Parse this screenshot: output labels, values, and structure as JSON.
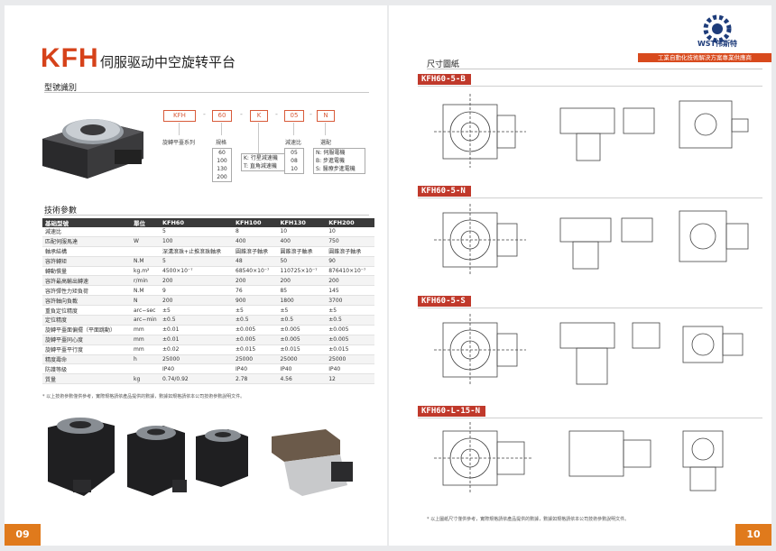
{
  "left_page": {
    "brand": "KFH",
    "subtitle": "伺服驱动中空旋转平台",
    "section_model": "型號識別",
    "model_code": {
      "parts": [
        "KFH",
        "60",
        "K",
        "05",
        "N"
      ],
      "labels": [
        "旋轉平臺系列",
        "規格",
        "減速比",
        "選配"
      ],
      "size_options": [
        "60",
        "100",
        "130",
        "200"
      ],
      "type_options": [
        "K: 行星減速機",
        "T: 直角減速機"
      ],
      "ratio_options": [
        "05",
        "08",
        "10"
      ],
      "motor_options": [
        "N: 伺服電機",
        "B: 步進電機",
        "S: 醫療步進電機"
      ]
    },
    "section_spec": "技術參數",
    "spec_table": {
      "headers": [
        "基础型號",
        "單位",
        "KFH60",
        "KFH100",
        "KFH130",
        "KFH200"
      ],
      "rows": [
        [
          "減速比",
          "",
          "5",
          "8",
          "10",
          "10"
        ],
        [
          "匹配伺服馬達",
          "W",
          "100",
          "400",
          "400",
          "750"
        ],
        [
          "軸承結構",
          "",
          "深溝滾珠+止推滾珠軸承",
          "圓錐滾子軸承",
          "圓錐滾子軸承",
          "圓錐滾子軸承"
        ],
        [
          "容許轉矩",
          "N.M",
          "5",
          "48",
          "50",
          "90"
        ],
        [
          "轉動慣量",
          "kg.m²",
          "4500×10⁻⁷",
          "68540×10⁻⁷",
          "110725×10⁻⁷",
          "876410×10⁻⁷"
        ],
        [
          "容許最高輸出轉速",
          "r/min",
          "200",
          "200",
          "200",
          "200"
        ],
        [
          "容許彈性力矩負荷",
          "N.M",
          "9",
          "76",
          "85",
          "145"
        ],
        [
          "容許軸向負載",
          "N",
          "200",
          "900",
          "1800",
          "3700"
        ],
        [
          "重負定位精度",
          "arc−sec",
          "±5",
          "±5",
          "±5",
          "±5"
        ],
        [
          "定位精度",
          "arc−min",
          "±0.5",
          "±0.5",
          "±0.5",
          "±0.5"
        ],
        [
          "旋轉平臺面偏擺（平面跳動）",
          "mm",
          "±0.01",
          "±0.005",
          "±0.005",
          "±0.005"
        ],
        [
          "旋轉平臺同心度",
          "mm",
          "±0.01",
          "±0.005",
          "±0.005",
          "±0.005"
        ],
        [
          "旋轉平臺平行度",
          "mm",
          "±0.02",
          "±0.015",
          "±0.015",
          "±0.015"
        ],
        [
          "精度壽命",
          "h",
          "25000",
          "25000",
          "25000",
          "25000"
        ],
        [
          "防護等級",
          "",
          "IP40",
          "IP40",
          "IP40",
          "IP40"
        ],
        [
          "質量",
          "kg",
          "0.74/0.92",
          "2.78",
          "4.56",
          "12"
        ]
      ]
    },
    "note": "* 以上技術參數僅供參考，實際規格請依產品提供的數據，數據如規格請依本公司技術參數說明文件。",
    "page_number": "09"
  },
  "right_page": {
    "section_drawing": "尺寸圖紙",
    "brand_name": "WST伟斯特",
    "brand_slogan": "工業自動化技術解決方案專業供應商",
    "models": [
      "KFH60-5-B",
      "KFH60-5-N",
      "KFH60-5-S",
      "KFH60-L-15-N"
    ],
    "note": "* 以上圖紙尺寸僅供參考，實際規格請依產品提供的數據，數據如規格請依本公司技術參數說明文件。",
    "page_number": "10"
  },
  "colors": {
    "accent": "#d6421a",
    "page_tab": "#e07a1c",
    "model_tag": "#c0392b"
  }
}
